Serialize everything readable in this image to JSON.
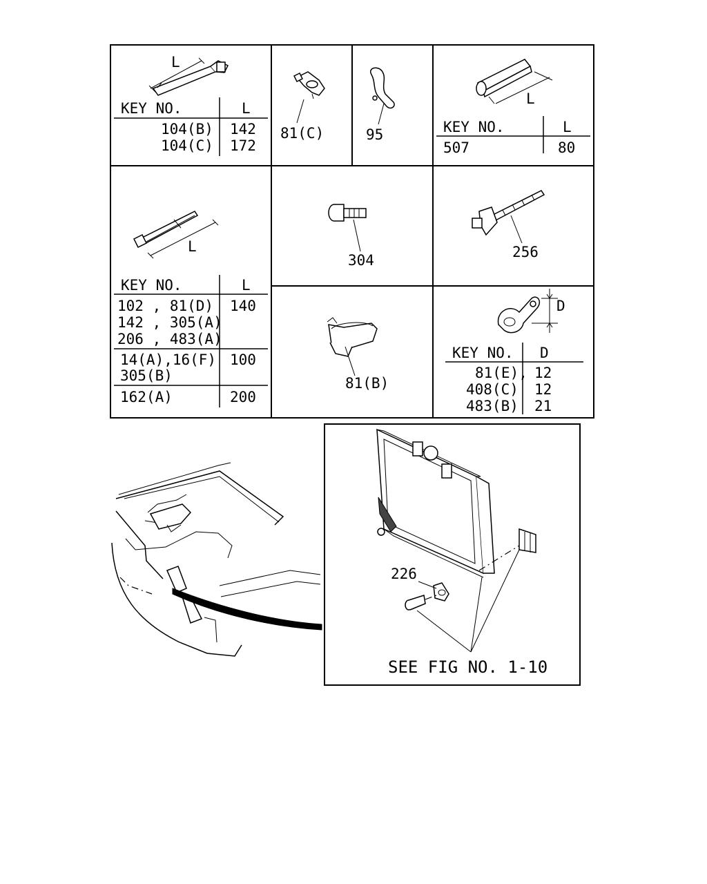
{
  "panel_clip_long": {
    "dimension_label": "L",
    "header_key": "KEY NO.",
    "header_value": "L",
    "rows": [
      {
        "key": "104(B)",
        "value": "142"
      },
      {
        "key": "104(C)",
        "value": "172"
      }
    ]
  },
  "panel_clip_81c": {
    "callout": "81(C)"
  },
  "panel_clip_95": {
    "callout": "95"
  },
  "panel_edge_clip": {
    "dimension_label": "L",
    "header_key": "KEY NO.",
    "header_value": "L",
    "rows": [
      {
        "key": "507",
        "value": "80"
      }
    ]
  },
  "panel_tie_strap": {
    "dimension_label": "L",
    "header_key": "KEY NO.",
    "header_value": "L",
    "groups": [
      {
        "lines": [
          "102 ,  81(D)",
          "142 , 305(A)",
          "206 , 483(A)"
        ],
        "value": "140"
      },
      {
        "lines": [
          "14(A),16(F)",
          "305(B)"
        ],
        "value": "100"
      },
      {
        "lines": [
          "162(A)"
        ],
        "value": "200"
      }
    ]
  },
  "panel_bolt": {
    "callout": "304"
  },
  "panel_tie_anchor": {
    "callout": "256"
  },
  "panel_hose_clip": {
    "callout": "81(B)"
  },
  "panel_p_clip": {
    "dimension_label": "D",
    "header_key": "KEY NO.",
    "header_value": "D",
    "rows": [
      {
        "key": "81(E),",
        "value": "12"
      },
      {
        "key": "408(C)",
        "value": "12"
      },
      {
        "key": "483(B)",
        "value": "21"
      }
    ]
  },
  "detail": {
    "callout": "226",
    "reference": "SEE FIG NO. 1-10"
  }
}
